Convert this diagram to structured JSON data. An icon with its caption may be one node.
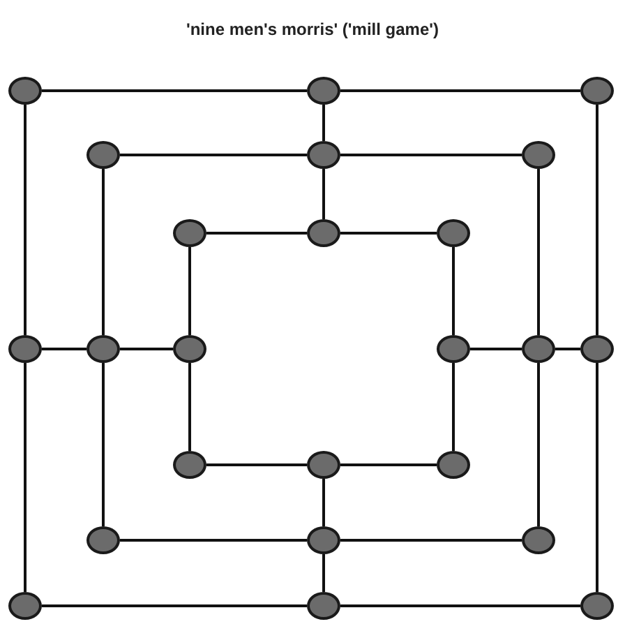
{
  "diagram": {
    "title": "'nine men's morris' ('mill game')",
    "nodes": [
      {
        "text": [],
        "shape": "circle"
      },
      {
        "text": [],
        "shape": "circle"
      },
      {
        "text": [],
        "shape": "circle"
      },
      {
        "text": [],
        "shape": "circle"
      },
      {
        "text": [],
        "shape": "circle"
      },
      {
        "text": [],
        "shape": "circle"
      },
      {
        "text": [],
        "shape": "circle"
      },
      {
        "text": [],
        "shape": "circle"
      },
      {
        "text": [],
        "shape": "circle"
      },
      {
        "text": [],
        "shape": "circle"
      },
      {
        "text": [],
        "shape": "circle"
      },
      {
        "text": [],
        "shape": "circle"
      },
      {
        "text": [],
        "shape": "circle"
      },
      {
        "text": [],
        "shape": "circle"
      },
      {
        "text": [],
        "shape": "circle"
      },
      {
        "text": [],
        "shape": "circle"
      },
      {
        "text": [],
        "shape": "circle"
      },
      {
        "text": [],
        "shape": "circle"
      },
      {
        "text": [],
        "shape": "circle"
      },
      {
        "text": [],
        "shape": "circle"
      },
      {
        "text": [],
        "shape": "circle"
      },
      {
        "text": [],
        "shape": "circle"
      },
      {
        "text": [],
        "shape": "circle"
      },
      {
        "text": [],
        "shape": "circle"
      }
    ],
    "edges": [
      {
        "from": 0,
        "to": 1,
        "arrow": "none"
      },
      {
        "from": 1,
        "to": 2,
        "arrow": "none"
      },
      {
        "from": 3,
        "to": 4,
        "arrow": "none"
      },
      {
        "from": 4,
        "to": 5,
        "arrow": "none"
      },
      {
        "from": 6,
        "to": 7,
        "arrow": "none"
      },
      {
        "from": 7,
        "to": 8,
        "arrow": "none"
      },
      {
        "from": 9,
        "to": 10,
        "arrow": "none"
      },
      {
        "from": 10,
        "to": 11,
        "arrow": "none"
      },
      {
        "from": 12,
        "to": 13,
        "arrow": "none"
      },
      {
        "from": 13,
        "to": 14,
        "arrow": "none"
      },
      {
        "from": 15,
        "to": 16,
        "arrow": "none"
      },
      {
        "from": 16,
        "to": 17,
        "arrow": "none"
      },
      {
        "from": 18,
        "to": 19,
        "arrow": "none"
      },
      {
        "from": 19,
        "to": 20,
        "arrow": "none"
      },
      {
        "from": 21,
        "to": 22,
        "arrow": "none"
      },
      {
        "from": 22,
        "to": 23,
        "arrow": "none"
      },
      {
        "from": 0,
        "to": 9,
        "arrow": "none"
      },
      {
        "from": 9,
        "to": 21,
        "arrow": "none"
      },
      {
        "from": 3,
        "to": 10,
        "arrow": "none"
      },
      {
        "from": 10,
        "to": 18,
        "arrow": "none"
      },
      {
        "from": 6,
        "to": 11,
        "arrow": "none"
      },
      {
        "from": 11,
        "to": 15,
        "arrow": "none"
      },
      {
        "from": 1,
        "to": 4,
        "arrow": "none"
      },
      {
        "from": 4,
        "to": 7,
        "arrow": "none"
      },
      {
        "from": 16,
        "to": 19,
        "arrow": "none"
      },
      {
        "from": 19,
        "to": 22,
        "arrow": "none"
      },
      {
        "from": 8,
        "to": 12,
        "arrow": "none"
      },
      {
        "from": 12,
        "to": 17,
        "arrow": "none"
      },
      {
        "from": 5,
        "to": 13,
        "arrow": "none"
      },
      {
        "from": 13,
        "to": 20,
        "arrow": "none"
      },
      {
        "from": 2,
        "to": 14,
        "arrow": "none"
      },
      {
        "from": 14,
        "to": 23,
        "arrow": "none"
      }
    ]
  }
}
